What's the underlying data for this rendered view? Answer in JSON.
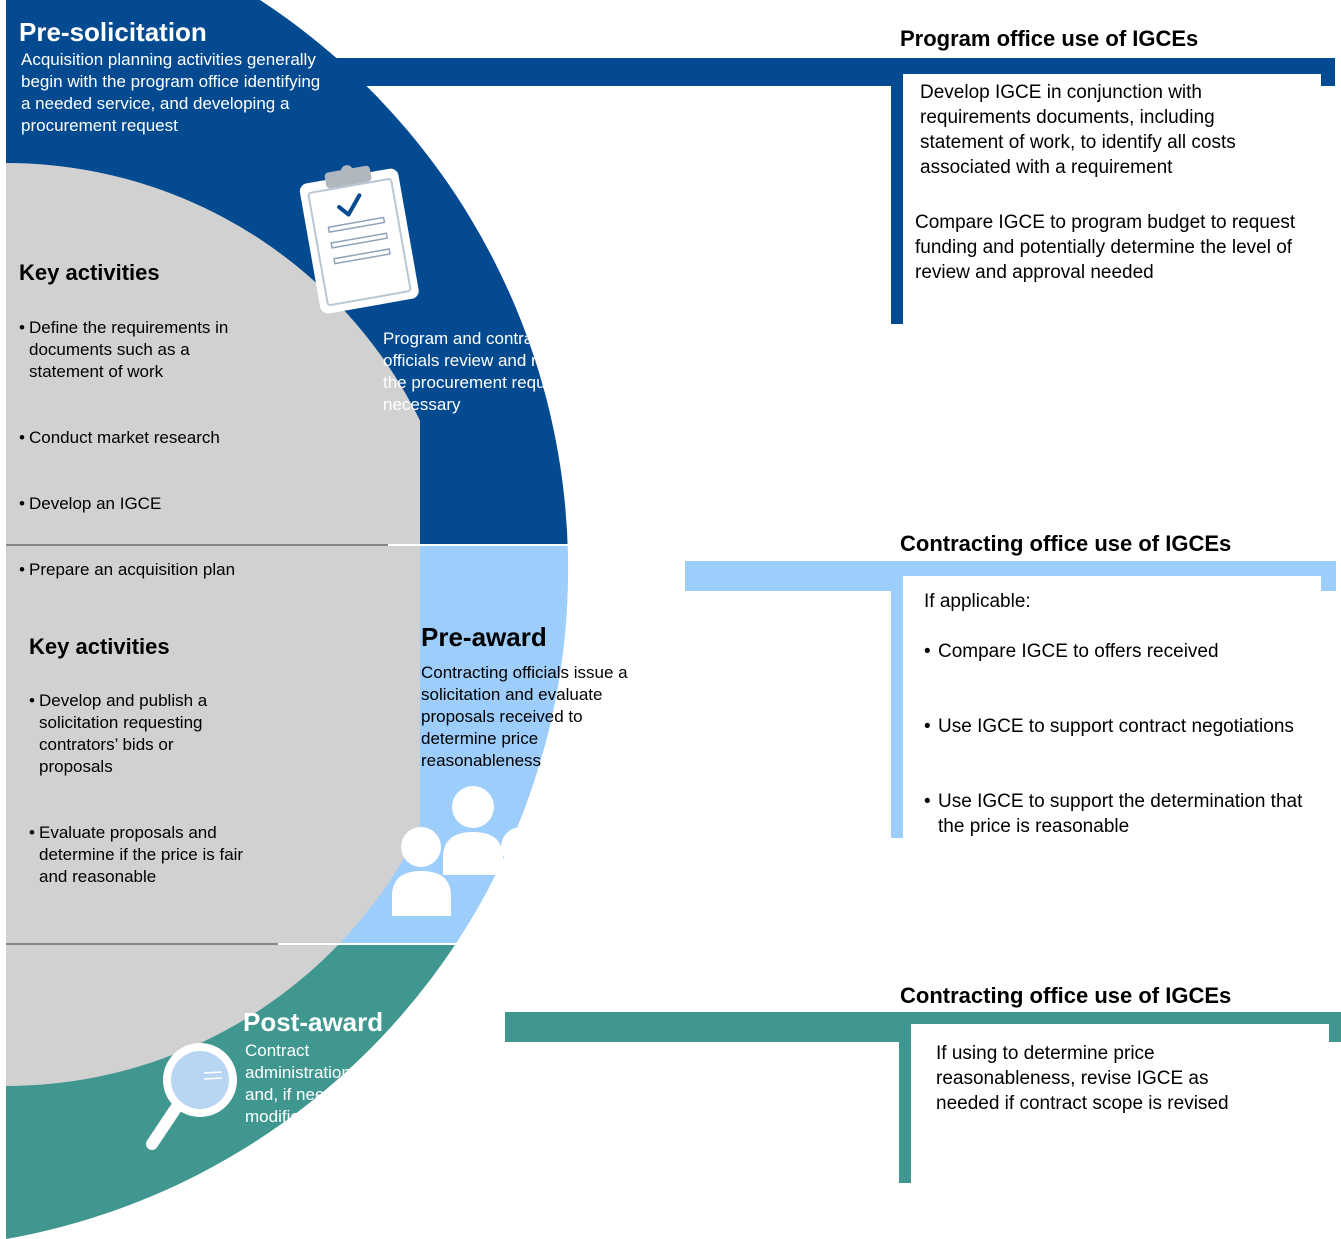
{
  "stages": {
    "pre_solicitation": {
      "title": "Pre-solicitation",
      "intro": "Acquisition planning activities generally begin with the program office identifying a needed service, and developing a procurement request",
      "review_note": "Program and contracting officials review and refine the procurement request as necessary",
      "icon": "clipboard-check-icon",
      "color": "#034a91"
    },
    "pre_award": {
      "title": "Pre-award",
      "description": "Contracting officials issue a solicitation and evaluate proposals received to determine price reasonableness",
      "icon": "people-group-icon",
      "color": "#9ccdfb"
    },
    "post_award": {
      "title": "Post-award",
      "description": "Contract administration and, if needed, modifications",
      "icon": "magnifying-glass-icon",
      "color": "#3f978f"
    }
  },
  "key_activities": {
    "planning": {
      "title": "Key activities",
      "items": [
        "Define the requirements in documents such as a statement of work",
        "Conduct market research",
        "Develop an IGCE",
        "Prepare an acquisition plan"
      ]
    },
    "solicitation": {
      "title": "Key activities",
      "items": [
        "Develop and publish a solicitation requesting contrators’ bids or proposals",
        "Evaluate proposals and determine if the price is fair and reasonable"
      ]
    },
    "panel_color": "#d1d1d1"
  },
  "igce_uses": {
    "program_office": {
      "title": "Program office use of IGCEs",
      "paragraphs": [
        "Develop IGCE in conjunction with requirements documents, including statement of work, to identify all costs associated with a requirement",
        "Compare IGCE to program budget to request funding and potentially determine the level of review and approval needed"
      ]
    },
    "contracting_office_pre_award": {
      "title": "Contracting office use of IGCEs",
      "lead": "If applicable:",
      "items": [
        "Compare IGCE to offers received",
        "Use IGCE to support contract negotiations",
        "Use IGCE to support the determination that the price is reasonable"
      ]
    },
    "contracting_office_post_award": {
      "title": "Contracting office use of IGCEs",
      "paragraphs": [
        "If using to determine price reasonableness, revise IGCE as needed if contract scope is revised"
      ]
    }
  }
}
